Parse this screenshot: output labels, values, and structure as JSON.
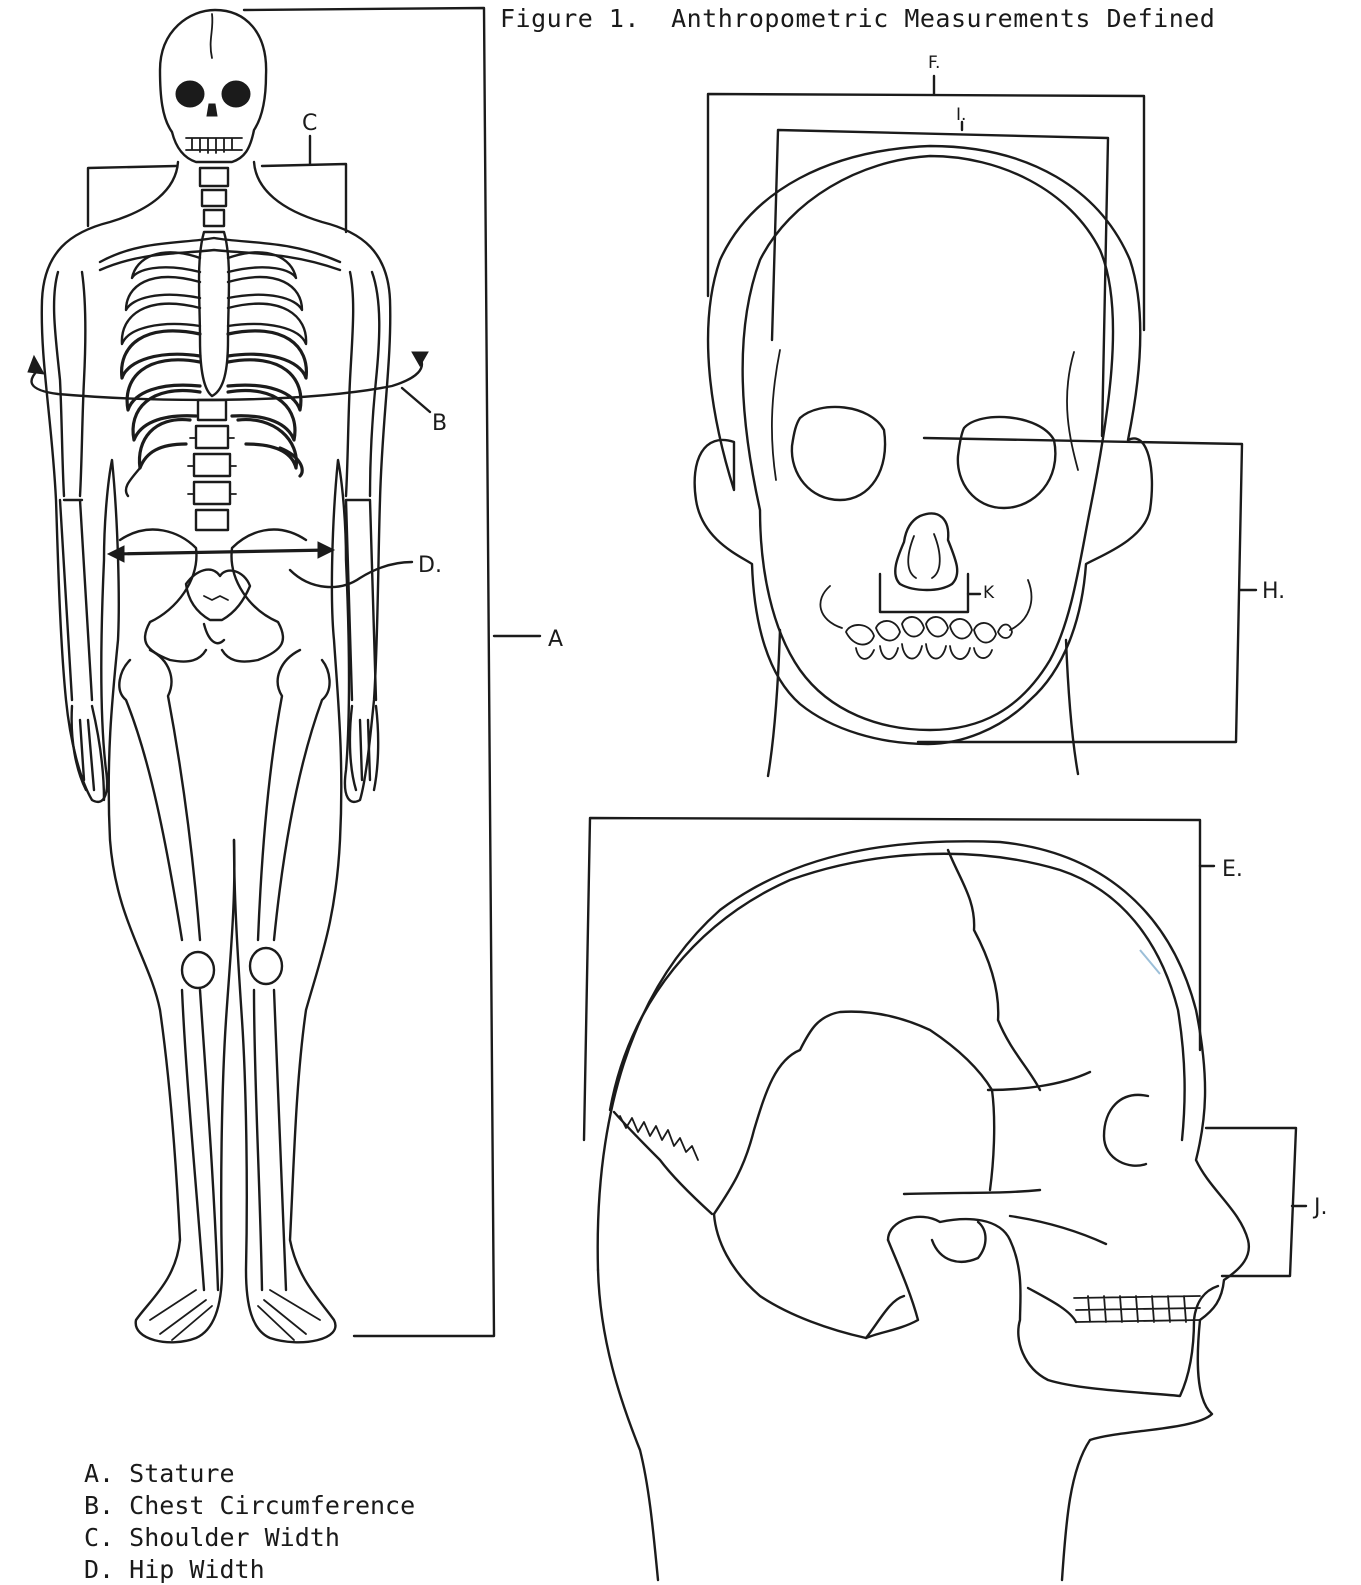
{
  "figure": {
    "title": "Figure 1.  Anthropometric Measurements Defined"
  },
  "skeleton_labels": {
    "a": "A",
    "b": "B",
    "c": "C",
    "d": "D."
  },
  "front_skull_labels": {
    "f": "F.",
    "i": "I.",
    "h": "H.",
    "k": "K"
  },
  "side_skull_labels": {
    "e": "E.",
    "j": "J."
  },
  "legend": [
    {
      "letter": "A.",
      "text": "Stature"
    },
    {
      "letter": "B.",
      "text": "Chest Circumference"
    },
    {
      "letter": "C.",
      "text": "Shoulder Width"
    },
    {
      "letter": "D.",
      "text": "Hip Width"
    }
  ]
}
